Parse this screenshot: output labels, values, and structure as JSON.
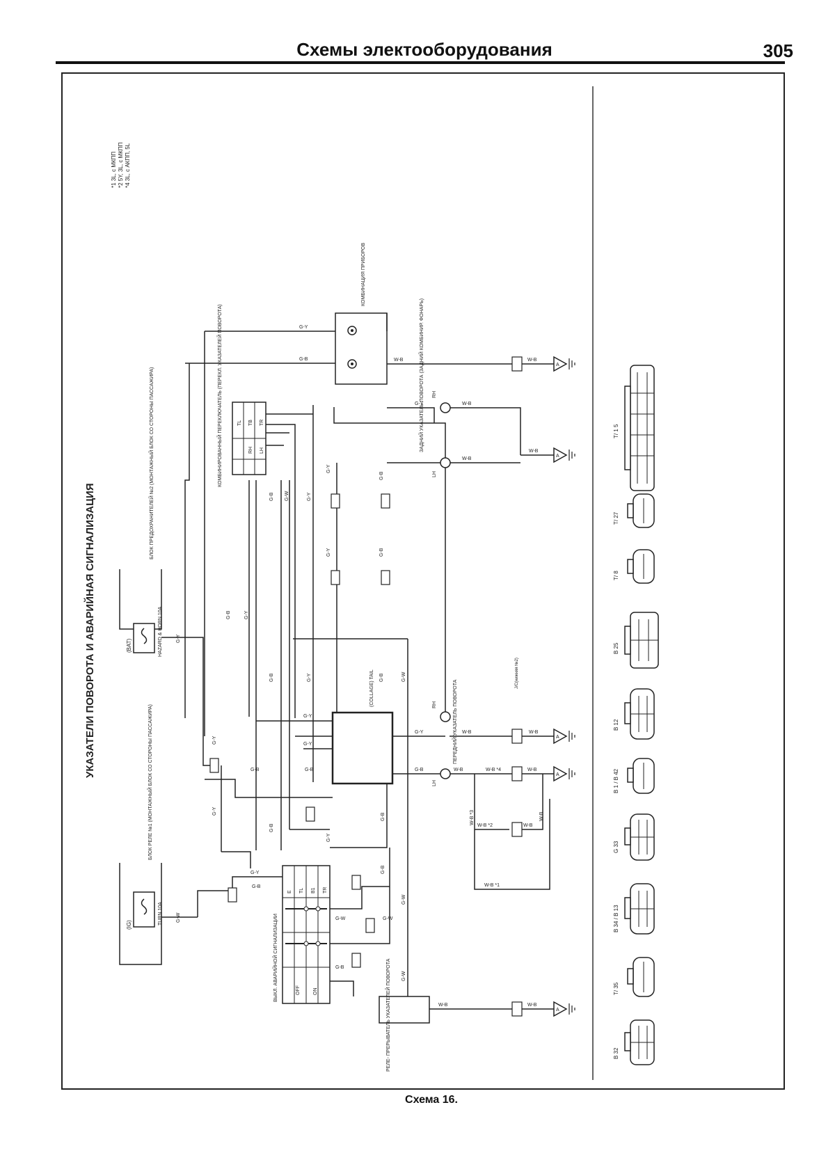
{
  "header": {
    "title": "Схемы электооборудования",
    "page_number": "305"
  },
  "diagram": {
    "title": "УКАЗАТЕЛИ ПОВОРОТА И АВАРИЙНАЯ СИГНАЛИЗАЦИЯ",
    "caption": "Схема 16.",
    "notes": [
      "*1 3L, c МКПП",
      "*2 5Y, 3L, с МКПП",
      "*4 3L, с АКПП, 5L"
    ],
    "fuses": [
      {
        "terminal": "(BAT)",
        "label": "HAZARD & HORN 10A"
      },
      {
        "terminal": "(IG)",
        "label": "TURN 10A"
      }
    ],
    "blocks": {
      "fuse_block_2": "БЛОК ПРЕДОХРАНИТЕЛЕЙ №2 (МОНТАЖНЫЙ БЛОК СО СТОРОНЫ ПАССАЖИРА)",
      "relay_block_1": "БЛОК РЕЛЕ №1 (МОНТАЖНЫЙ БЛОК СО СТОРОНЫ ПАССАЖИРА)",
      "combo_switch": "КОМБИНИРОВАННЫЙ ПЕРЕКЛЮЧАТЕЛЬ (ПЕРЕКЛ. УКАЗАТЕЛЕЙ ПОВОРОТА)",
      "hazard_switch": "ВЫКЛ. АВАРИЙНОЙ СИГНАЛИЗАЦИИ",
      "flasher_relay": "РЕЛЕ- ПРЕРЫВАТЕЛЬ УКАЗАТЕЛЕЙ ПОВОРОТА",
      "instrument_cluster": "КОМБИНАЦИЯ ПРИБОРОВ",
      "rear_turn": "ЗАДНИЙ УКАЗАТЕЛЬ ПОВОРОТА (ЗАДНИЙ КОМБИНИР. ФОНАРЬ)",
      "front_turn": "ПЕРЕДНИЙ УКАЗАТЕЛЬ ПОВОРОТА",
      "junction": "(COLLAGE) TAIL",
      "connector_note": "J/C(нижняя №2)"
    },
    "switch_labels": {
      "combo": [
        "TL",
        "TB",
        "TR",
        "RH",
        "LH"
      ],
      "hazard_cols": [
        "E",
        "TL",
        "B1",
        "TR"
      ],
      "hazard_rows": [
        "OFF",
        "ON"
      ]
    },
    "lamp_sides": {
      "left": "LH",
      "right": "RH"
    },
    "wire_codes": [
      "G-Y",
      "G-B",
      "G-W",
      "W-B",
      "W-B *1",
      "W-B *2",
      "W-B *3",
      "W-B *4"
    ],
    "ground_symbol": "A",
    "connector_ids": [
      "T/ 1 5",
      "T/ 27",
      "T/ 8",
      "B 25",
      "B 12",
      "B 1 / B 42",
      "G 33",
      "B 34 / B 13",
      "T/ 35",
      "B 32"
    ]
  }
}
